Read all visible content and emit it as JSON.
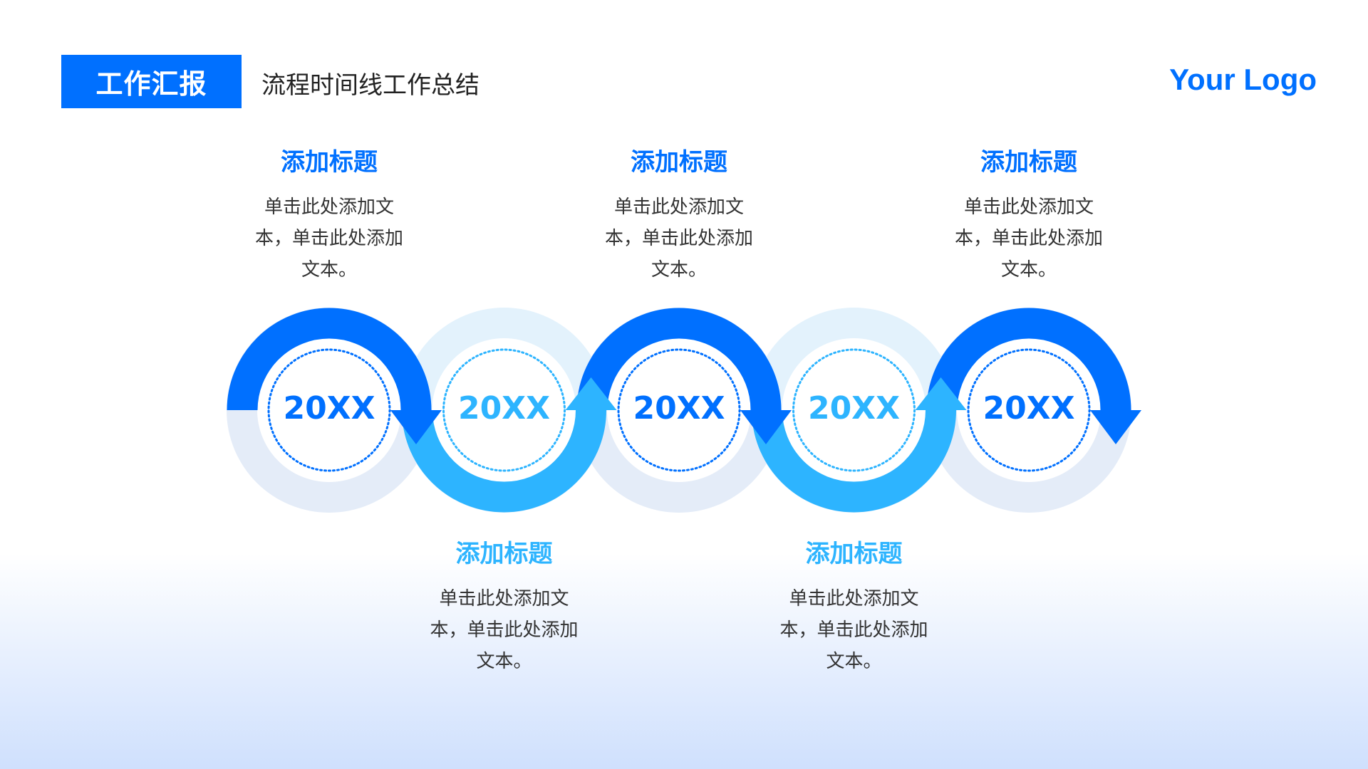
{
  "header": {
    "tag": "工作汇报",
    "subtitle": "流程时间线工作总结",
    "logo": "Your Logo"
  },
  "colors": {
    "dark": "#0070ff",
    "light": "#2db4ff",
    "disc_dark": "#e4ecf8",
    "disc_light": "#e3f2fc"
  },
  "items": [
    {
      "year": "20XX",
      "title": "添加标题",
      "lines": [
        "单击此处添加文",
        "本，单击此处添加",
        "文本。"
      ],
      "position": "top",
      "tone": "dark"
    },
    {
      "year": "20XX",
      "title": "添加标题",
      "lines": [
        "单击此处添加文",
        "本，单击此处添加",
        "文本。"
      ],
      "position": "bottom",
      "tone": "light"
    },
    {
      "year": "20XX",
      "title": "添加标题",
      "lines": [
        "单击此处添加文",
        "本，单击此处添加",
        "文本。"
      ],
      "position": "top",
      "tone": "dark"
    },
    {
      "year": "20XX",
      "title": "添加标题",
      "lines": [
        "单击此处添加文",
        "本，单击此处添加",
        "文本。"
      ],
      "position": "bottom",
      "tone": "light"
    },
    {
      "year": "20XX",
      "title": "添加标题",
      "lines": [
        "单击此处添加文",
        "本，单击此处添加",
        "文本。"
      ],
      "position": "top",
      "tone": "dark"
    }
  ]
}
